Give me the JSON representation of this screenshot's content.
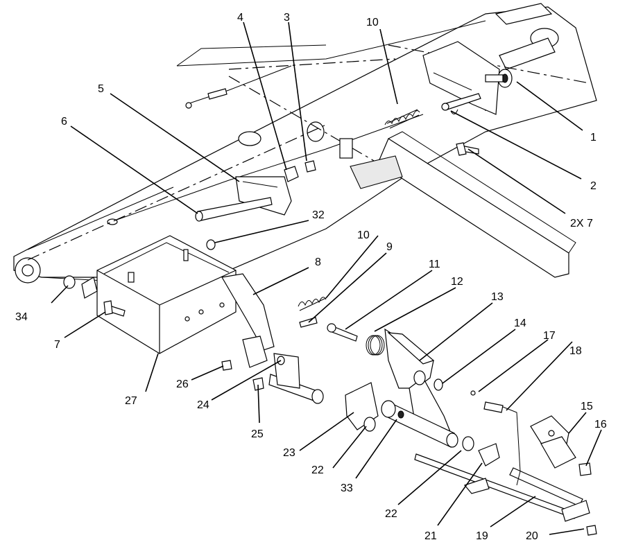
{
  "callouts": [
    {
      "id": "c1",
      "text": "1"
    },
    {
      "id": "c2",
      "text": "2"
    },
    {
      "id": "c2x7",
      "text": "2X 7"
    },
    {
      "id": "c3",
      "text": "3"
    },
    {
      "id": "c4",
      "text": "4"
    },
    {
      "id": "c5",
      "text": "5"
    },
    {
      "id": "c6",
      "text": "6"
    },
    {
      "id": "c7",
      "text": "7"
    },
    {
      "id": "c8",
      "text": "8"
    },
    {
      "id": "c9",
      "text": "9"
    },
    {
      "id": "c10a",
      "text": "10"
    },
    {
      "id": "c10b",
      "text": "10"
    },
    {
      "id": "c11",
      "text": "11"
    },
    {
      "id": "c12",
      "text": "12"
    },
    {
      "id": "c13",
      "text": "13"
    },
    {
      "id": "c14",
      "text": "14"
    },
    {
      "id": "c15",
      "text": "15"
    },
    {
      "id": "c16",
      "text": "16"
    },
    {
      "id": "c17",
      "text": "17"
    },
    {
      "id": "c18",
      "text": "18"
    },
    {
      "id": "c19",
      "text": "19"
    },
    {
      "id": "c20",
      "text": "20"
    },
    {
      "id": "c21",
      "text": "21"
    },
    {
      "id": "c22a",
      "text": "22"
    },
    {
      "id": "c22b",
      "text": "22"
    },
    {
      "id": "c23",
      "text": "23"
    },
    {
      "id": "c24",
      "text": "24"
    },
    {
      "id": "c25",
      "text": "25"
    },
    {
      "id": "c26",
      "text": "26"
    },
    {
      "id": "c27",
      "text": "27"
    },
    {
      "id": "c32",
      "text": "32"
    },
    {
      "id": "c33",
      "text": "33"
    },
    {
      "id": "c34",
      "text": "34"
    }
  ]
}
